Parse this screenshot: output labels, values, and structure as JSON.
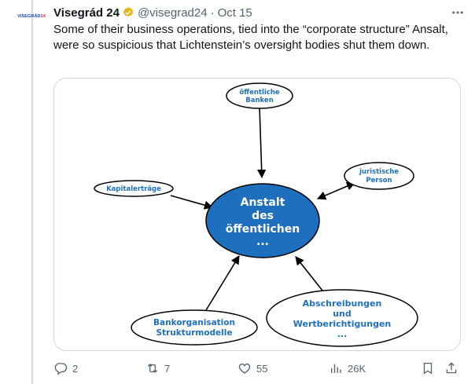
{
  "tweet": {
    "author": {
      "avatar_text": "VISEGRÁD",
      "avatar_text_red": "24",
      "name": "Visegrád 24",
      "handle": "@visegrad24",
      "date": "Oct 15",
      "verified_icon": "verified-badge-icon"
    },
    "more_icon": "more-icon",
    "text": "Some of their business operations, tied into the “corporate structure” Ansalt, were so suspicious that Lichtenstein’s oversight bodies shut them down.",
    "diagram": {
      "center": [
        "Anstalt",
        "des",
        "öffentlichen",
        "..."
      ],
      "nodes": {
        "banks": [
          "öffentliche",
          "Banken"
        ],
        "capital": [
          "Kapitalerträge"
        ],
        "legal": [
          "juristische",
          "Person"
        ],
        "bank_org": [
          "Bankorganisation",
          "Strukturmodelle"
        ],
        "writedowns": [
          "Abschreibungen",
          "und",
          "Wertberichtigungen",
          "..."
        ]
      },
      "colors": {
        "center_fill": "#1f6fbf",
        "text": "#1f6fbf",
        "stroke": "#000000"
      }
    },
    "actions": {
      "reply": {
        "icon": "reply-icon",
        "count": "2"
      },
      "retweet": {
        "icon": "retweet-icon",
        "count": "7"
      },
      "like": {
        "icon": "like-icon",
        "count": "55"
      },
      "views": {
        "icon": "views-icon",
        "count": "26K"
      },
      "bookmark": {
        "icon": "bookmark-icon"
      },
      "share": {
        "icon": "share-icon"
      }
    }
  }
}
